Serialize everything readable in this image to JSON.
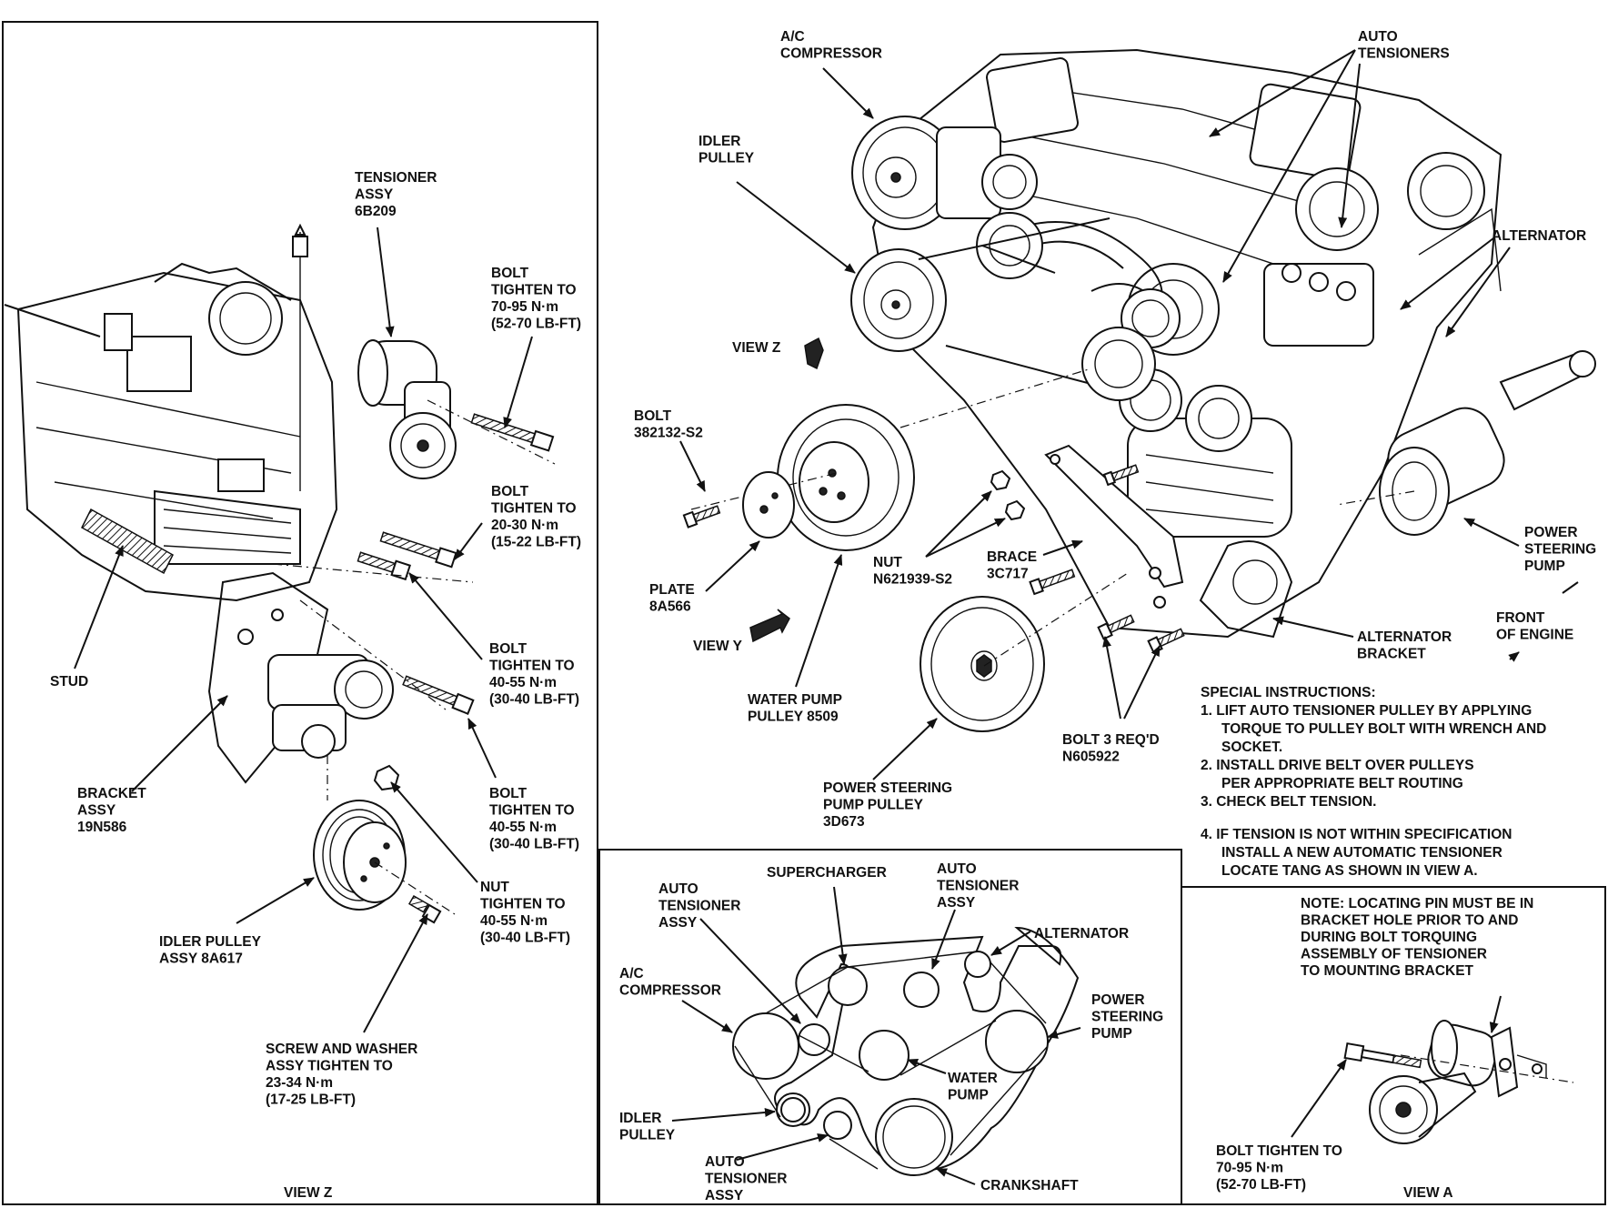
{
  "view_z_panel": {
    "tensioner_assy": [
      "TENSIONER",
      "ASSY",
      "6B209"
    ],
    "bolt_70_95": [
      "BOLT",
      "TIGHTEN TO",
      "70-95 N·m",
      "(52-70 LB-FT)"
    ],
    "bolt_20_30": [
      "BOLT",
      "TIGHTEN TO",
      "20-30 N·m",
      "(15-22 LB-FT)"
    ],
    "bolt_40_55_a": [
      "BOLT",
      "TIGHTEN TO",
      "40-55 N·m",
      "(30-40 LB-FT)"
    ],
    "bolt_40_55_b": [
      "BOLT",
      "TIGHTEN TO",
      "40-55 N·m",
      "(30-40 LB-FT)"
    ],
    "nut_40_55": [
      "NUT",
      "TIGHTEN TO",
      "40-55 N·m",
      "(30-40 LB-FT)"
    ],
    "stud": [
      "STUD"
    ],
    "bracket_assy": [
      "BRACKET",
      "ASSY",
      "19N586"
    ],
    "idler_pulley_assy": [
      "IDLER PULLEY",
      "ASSY 8A617"
    ],
    "screw_washer": [
      "SCREW AND WASHER",
      "ASSY TIGHTEN TO",
      "23-34 N·m",
      "(17-25 LB-FT)"
    ],
    "caption": "VIEW Z"
  },
  "engine_panel": {
    "ac_compressor": [
      "A/C",
      "COMPRESSOR"
    ],
    "auto_tensioners": [
      "AUTO",
      "TENSIONERS"
    ],
    "idler_pulley": [
      "IDLER",
      "PULLEY"
    ],
    "alternator": [
      "ALTERNATOR"
    ],
    "view_z": "VIEW Z",
    "bolt": [
      "BOLT",
      "382132-S2"
    ],
    "power_steering_pump": [
      "POWER",
      "STEERING",
      "PUMP"
    ],
    "nut": [
      "NUT",
      "N621939-S2"
    ],
    "brace": [
      "BRACE",
      "3C717"
    ],
    "plate": [
      "PLATE",
      "8A566"
    ],
    "front_of_engine": [
      "FRONT",
      "OF ENGINE"
    ],
    "view_y": "VIEW Y",
    "alternator_bracket": [
      "ALTERNATOR",
      "BRACKET"
    ],
    "water_pump_pulley": [
      "WATER PUMP",
      "PULLEY 8509"
    ],
    "bolt_3_reqd": [
      "BOLT 3 REQ'D",
      "N605922"
    ],
    "ps_pump_pulley": [
      "POWER STEERING",
      "PUMP PULLEY",
      "3D673"
    ]
  },
  "special_instructions": {
    "heading": "SPECIAL INSTRUCTIONS:",
    "lines": [
      "1. LIFT AUTO TENSIONER PULLEY BY APPLYING",
      "TORQUE TO PULLEY BOLT WITH WRENCH AND",
      "SOCKET.",
      "2. INSTALL DRIVE BELT OVER PULLEYS",
      "PER APPROPRIATE BELT ROUTING",
      "3. CHECK BELT TENSION.",
      "4. IF TENSION IS NOT WITHIN SPECIFICATION",
      "INSTALL A NEW AUTOMATIC TENSIONER",
      "LOCATE TANG AS SHOWN IN VIEW A."
    ]
  },
  "belt_routing_panel": {
    "supercharger": [
      "SUPERCHARGER"
    ],
    "auto_tensioner_assy_left": [
      "AUTO",
      "TENSIONER",
      "ASSY"
    ],
    "auto_tensioner_assy_top": [
      "AUTO",
      "TENSIONER",
      "ASSY"
    ],
    "alternator": [
      "ALTERNATOR"
    ],
    "ac_compressor": [
      "A/C",
      "COMPRESSOR"
    ],
    "power_steering_pump": [
      "POWER",
      "STEERING",
      "PUMP"
    ],
    "water_pump": [
      "WATER",
      "PUMP"
    ],
    "idler_pulley": [
      "IDLER",
      "PULLEY"
    ],
    "auto_tensioner_assy_bottom": [
      "AUTO",
      "TENSIONER",
      "ASSY"
    ],
    "crankshaft": [
      "CRANKSHAFT"
    ]
  },
  "view_a_panel": {
    "note": [
      "NOTE: LOCATING PIN MUST BE IN",
      "BRACKET HOLE PRIOR TO AND",
      "DURING BOLT TORQUING",
      "ASSEMBLY OF TENSIONER",
      "TO MOUNTING BRACKET"
    ],
    "bolt": [
      "BOLT TIGHTEN TO",
      "70-95 N·m",
      "(52-70 LB-FT)"
    ],
    "caption": "VIEW A"
  }
}
